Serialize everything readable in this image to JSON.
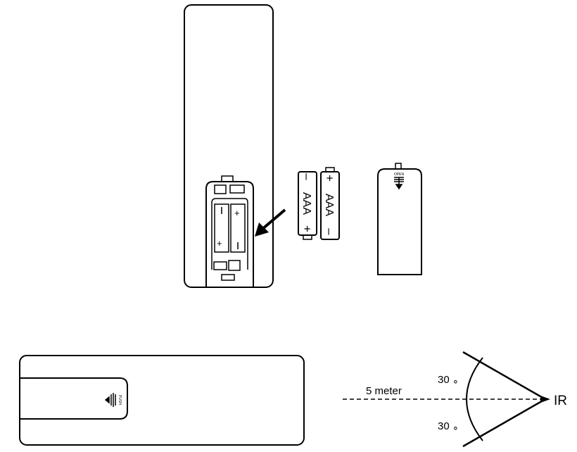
{
  "battery_label_1": "AAA",
  "battery_label_2": "AAA",
  "plus_sign": "+",
  "minus_sign": "–",
  "cover_label": "OPEN",
  "side_view_label": "PUSH",
  "distance_label": "5 meter",
  "angle_top": "30",
  "angle_bottom": "30",
  "degree_mark": "∘",
  "ir_label": "IR",
  "colors": {
    "line": "#000000",
    "background": "#ffffff"
  }
}
